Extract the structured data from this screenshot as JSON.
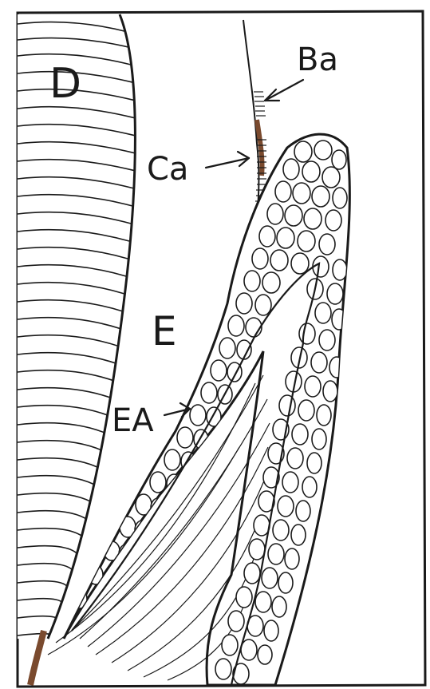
{
  "labels": {
    "d": "D",
    "ba": "Ba",
    "ca": "Ca",
    "e": "E",
    "ea": "EA"
  },
  "colors": {
    "ink": "#1a1a1a",
    "paper": "#ffffff",
    "cuticle": "#7a4a2e"
  }
}
